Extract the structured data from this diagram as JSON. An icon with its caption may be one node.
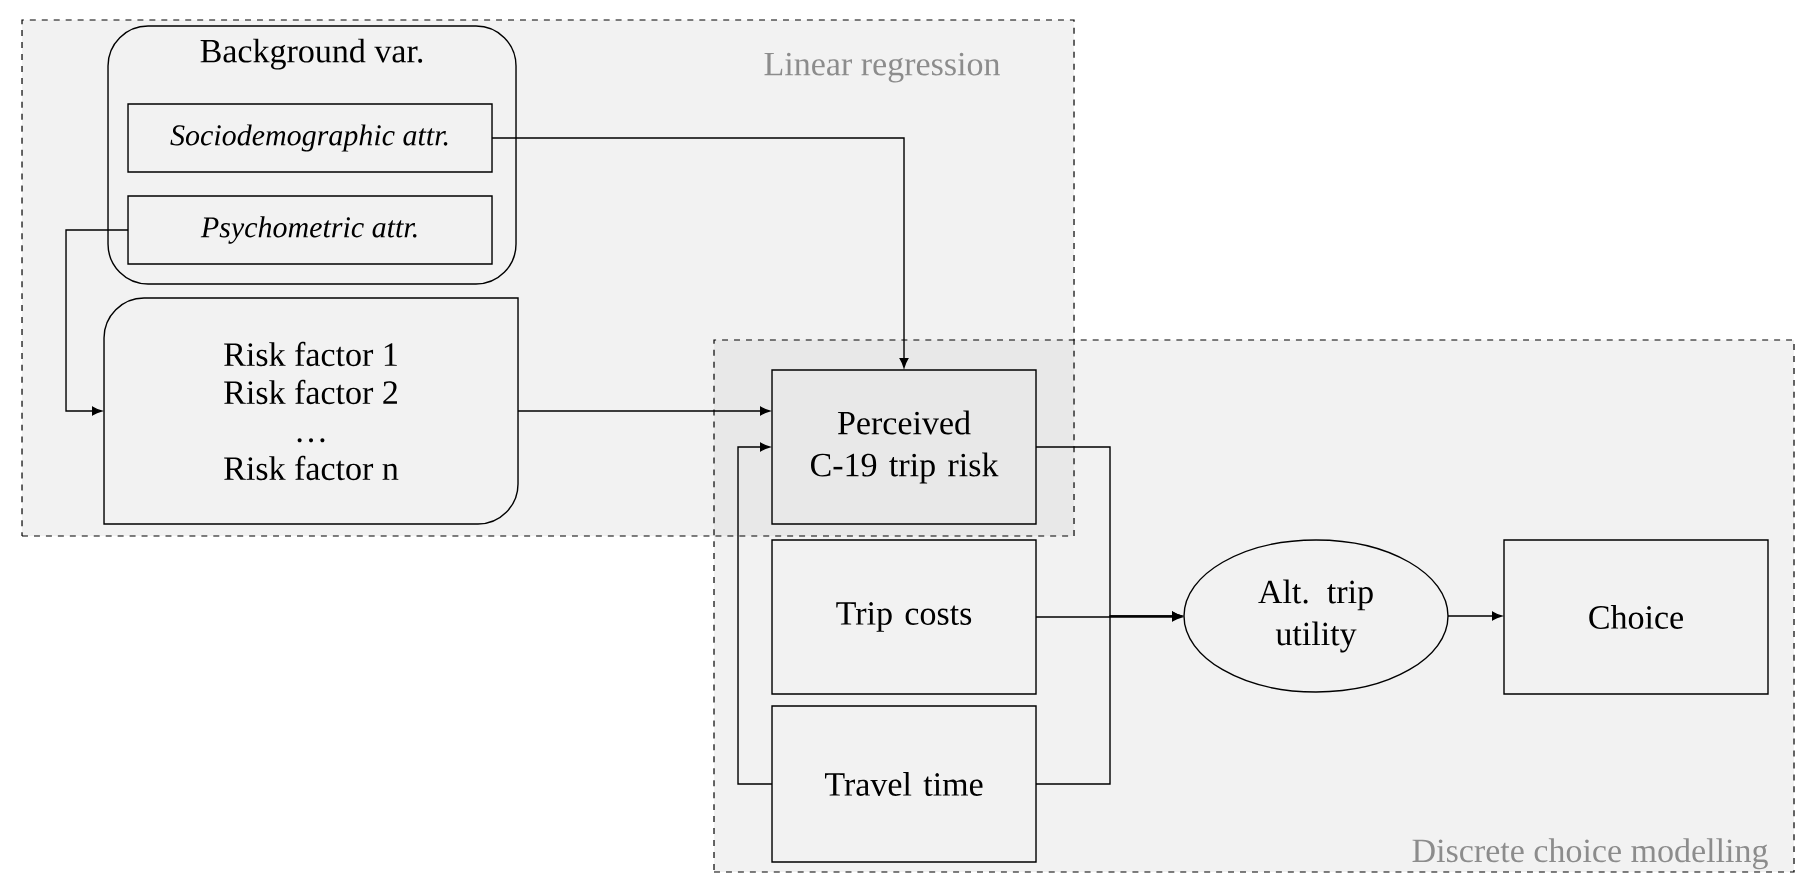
{
  "diagram": {
    "nodes": [
      {
        "text": [
          "Linear regression"
        ]
      },
      {
        "text": [
          "Background var."
        ],
        "in": 0
      },
      {
        "text": [
          "Sociodemographic attr."
        ],
        "in": 1
      },
      {
        "text": [
          "Psychometric attr."
        ],
        "in": 1
      },
      {
        "text": [
          "Risk factor 1",
          "Risk factor 2",
          "…",
          "Risk factor n"
        ],
        "in": 0
      },
      {
        "text": [
          "Discrete choice modelling"
        ]
      },
      {
        "text": [
          "Perceived C-19 trip risk"
        ]
      },
      {
        "text": [
          "Trip costs"
        ],
        "in": 5
      },
      {
        "text": [
          "Travel time"
        ],
        "in": 5
      },
      {
        "text": [
          "Alt. trip utility"
        ],
        "in": 5
      },
      {
        "text": [
          "Choice"
        ],
        "in": 5
      }
    ],
    "edges": [
      {
        "from": 2,
        "to": 6,
        "arrow": "to"
      },
      {
        "from": 3,
        "to": 4,
        "arrow": "to"
      },
      {
        "from": 4,
        "to": 6,
        "arrow": "to"
      },
      {
        "from": 8,
        "to": 6,
        "arrow": "to"
      },
      {
        "from": 6,
        "to": 9,
        "arrow": "to"
      },
      {
        "from": 7,
        "to": 9,
        "arrow": "to"
      },
      {
        "from": 8,
        "to": 9,
        "arrow": "to"
      },
      {
        "from": 9,
        "to": 10,
        "arrow": "to"
      }
    ]
  }
}
